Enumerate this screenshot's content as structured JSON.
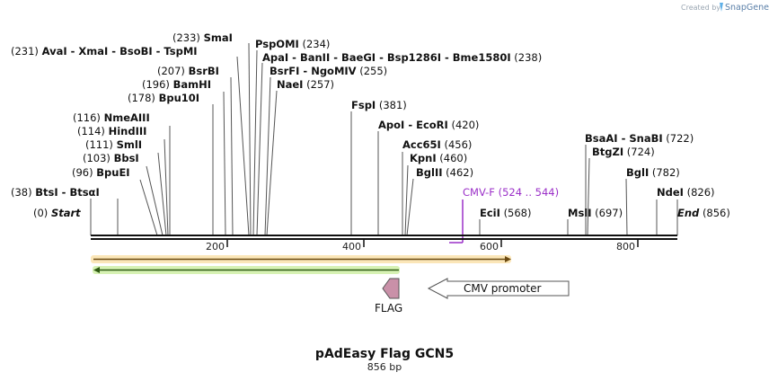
{
  "header": {
    "credit_prefix": "Created by",
    "credit_brand": "SnapGene"
  },
  "plasmid": {
    "name": "pAdEasy Flag GCN5",
    "length_label": "856 bp"
  },
  "ruler": {
    "ticks": [
      "200",
      "400",
      "600",
      "800"
    ]
  },
  "sites": [
    {
      "pos": "(231)",
      "names": [
        "AvaI",
        "XmaI",
        "BsoBI",
        "TspMI"
      ]
    },
    {
      "pos": "(233)",
      "names": [
        "SmaI"
      ]
    },
    {
      "pos": "(234)",
      "names": [
        "PspOMI"
      ],
      "after": true
    },
    {
      "pos": "(238)",
      "names": [
        "ApaI",
        "BanII",
        "BaeGI",
        "Bsp1286I",
        "Bme1580I"
      ],
      "after": true
    },
    {
      "pos": "(207)",
      "names": [
        "BsrBI"
      ]
    },
    {
      "pos": "(255)",
      "names": [
        "BsrFI",
        "NgoMIV"
      ],
      "after": true
    },
    {
      "pos": "(196)",
      "names": [
        "BamHI"
      ]
    },
    {
      "pos": "(257)",
      "names": [
        "NaeI"
      ],
      "after": true
    },
    {
      "pos": "(178)",
      "names": [
        "Bpu10I"
      ]
    },
    {
      "pos": "(381)",
      "names": [
        "FspI"
      ],
      "after": true
    },
    {
      "pos": "(420)",
      "names": [
        "ApoI",
        "EcoRI"
      ],
      "after": true
    },
    {
      "pos": "(116)",
      "names": [
        "NmeAIII"
      ]
    },
    {
      "pos": "(114)",
      "names": [
        "HindIII"
      ]
    },
    {
      "pos": "(456)",
      "names": [
        "Acc65I"
      ],
      "after": true
    },
    {
      "pos": "(111)",
      "names": [
        "SmlI"
      ]
    },
    {
      "pos": "(460)",
      "names": [
        "KpnI"
      ],
      "after": true
    },
    {
      "pos": "(103)",
      "names": [
        "BbsI"
      ]
    },
    {
      "pos": "(462)",
      "names": [
        "BglII"
      ],
      "after": true
    },
    {
      "pos": "(96)",
      "names": [
        "BpuEI"
      ]
    },
    {
      "pos": "(38)",
      "names": [
        "BtsI",
        "BtsαI"
      ]
    },
    {
      "pos": "(0)",
      "names": [
        "Start"
      ],
      "italic": true
    },
    {
      "pos": "(568)",
      "names": [
        "EciI"
      ],
      "after": true
    },
    {
      "pos": "(697)",
      "names": [
        "MslI"
      ],
      "after": true
    },
    {
      "pos": "(722)",
      "names": [
        "BsaAI",
        "SnaBI"
      ],
      "after": true
    },
    {
      "pos": "(724)",
      "names": [
        "BtgZI"
      ],
      "after": true
    },
    {
      "pos": "(782)",
      "names": [
        "BglI"
      ],
      "after": true
    },
    {
      "pos": "(826)",
      "names": [
        "NdeI"
      ],
      "after": true
    },
    {
      "pos": "(856)",
      "names": [
        "End"
      ],
      "after": true,
      "italic": true
    }
  ],
  "primer": {
    "name": "CMV-F",
    "range": "(524 .. 544)"
  },
  "features": [
    {
      "name": "CMV promoter",
      "color": "#ffffff"
    },
    {
      "name": "FLAG",
      "color": "#c990a8"
    }
  ],
  "colors": {
    "orf1_fill": "#f5c66a",
    "orf1_glow": "#fbe6b8",
    "orf2_fill": "#a8e06a",
    "orf2_glow": "#d7f2b4",
    "primer": "#9b30c8"
  }
}
